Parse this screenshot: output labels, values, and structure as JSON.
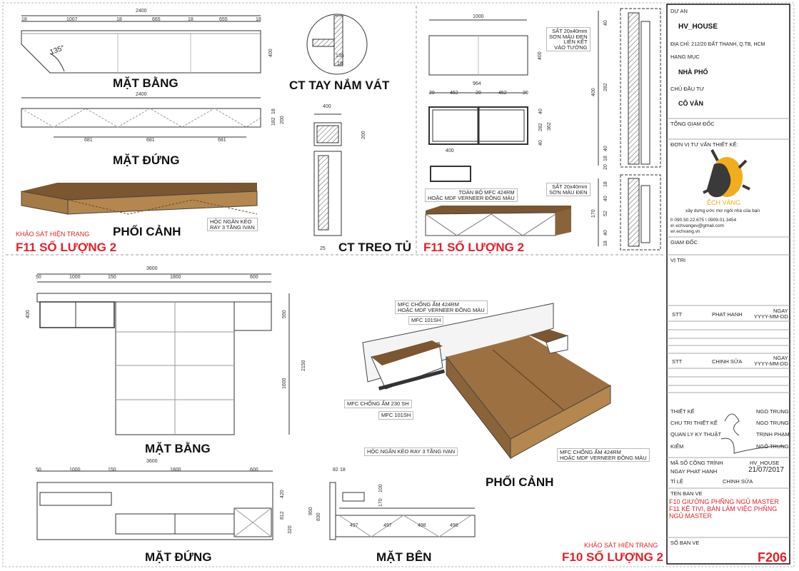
{
  "colors": {
    "accent_red": "#e5202a",
    "wood_top": "#7b5630",
    "wood_front": "#b4874e",
    "logo_yellow": "#f2ad1c",
    "logo_dark": "#3a3a3a"
  },
  "top_left": {
    "plan": {
      "title": "MẶT BẰNG",
      "dims": [
        "2400",
        "18",
        "1007",
        "18",
        "665",
        "18",
        "655",
        "18",
        "400",
        "135°"
      ]
    },
    "elevation": {
      "title": "MẶT ĐỨNG",
      "dims": [
        "2400",
        "681",
        "681",
        "681",
        "18",
        "182",
        "200"
      ]
    },
    "perspective": {
      "title": "PHỐI CẢNH",
      "note": "HỘC NGĂN KÉO\nRAY 3 TẦNG IVAN"
    },
    "survey": "KHẢO SÁT HIỆN TRẠNG",
    "quantity": "F11 SỐ LƯỢNG 2",
    "handle_detail": {
      "title": "CT TAY NẮM VÁT",
      "dims": [
        "135",
        "18"
      ]
    },
    "hang_detail": {
      "title": "CT TREO TỦ",
      "dims": [
        "400",
        "200",
        "25"
      ]
    }
  },
  "top_right": {
    "dims": [
      "1000",
      "400",
      "964",
      "20",
      "452",
      "20",
      "452",
      "20",
      "40",
      "282",
      "40",
      "362",
      "400"
    ],
    "section_dims": [
      "40",
      "282",
      "400",
      "40",
      "18",
      "20",
      "18",
      "40",
      "52",
      "40",
      "18",
      "170"
    ],
    "note_steel_wall": "SẮT 20x40mm\nSƠN MÀU ĐEN\nLIÊN KẾT\nVÀO TƯỜNG",
    "note_steel": "SẮT 20x40mm\nSƠN MÀU ĐEN",
    "note_material": "TOÀN BỘ MFC 424RM\nHOẶC MDF VERNEER ĐỒNG MÀU",
    "quantity": "F11 SỐ LƯỢNG 2"
  },
  "bottom": {
    "plan": {
      "title": "MẶT BẰNG",
      "dims": [
        "3600",
        "50",
        "1000",
        "150",
        "1800",
        "600",
        "400",
        "550",
        "2150",
        "1600"
      ]
    },
    "elevation": {
      "title": "MẶT ĐỨNG",
      "dims": [
        "3600",
        "50",
        "1000",
        "150",
        "1800",
        "600",
        "420",
        "812",
        "320"
      ]
    },
    "side": {
      "title": "MẶT BÊN",
      "dims": [
        "82",
        "18",
        "950",
        "830",
        "100",
        "170",
        "497",
        "497",
        "498",
        "498"
      ]
    },
    "perspective": {
      "title": "PHỐI CẢNH"
    },
    "notes": [
      "MFC CHỐNG ẨM 424RM\nHOẶC MDF VERNEER ĐỒNG MÀU",
      "MFC 101SH",
      "MFC CHỐNG ẨM 230 SH",
      "MFC 101SH",
      "HỘC NGĂN KÉO RAY 3 TẦNG IVAN",
      "MFC CHỐNG ẨM 424RM\nHOẶC MDF VERNEER ĐỒNG MÀU"
    ],
    "survey": "KHẢO SÁT HIỆN TRẠNG",
    "quantity": "F10 SỐ LƯỢNG 2"
  },
  "title_block": {
    "project_label": "DỰ AN",
    "project": "HV_HOUSE",
    "address": "ĐỊA CHỈ: 212/20 ĐẤT THANH, Q.TB, HCM",
    "category_label": "HẠNG MỤC",
    "category": "NHÀ PHỐ",
    "investor_label": "CHỦ ĐẦU TƯ",
    "investor": "CÔ VÂN",
    "ceo_label": "TỔNG GIAM ĐỐC",
    "consultant_label": "ĐƠN VỊ TƯ VẤN THIẾT KẾ:",
    "logo": {
      "brand": "ẾCH VÀNG",
      "slogan": "xây dựng ước mơ ngôi nhà của bạn"
    },
    "phone": "t\\  090.50.22.675 \\ 0909.01.3454",
    "email": "e\\  echvangev@gmail.com",
    "web": "w\\ echvang.vn",
    "director_label": "GIAM ĐỐC",
    "location_label": "VỊ TRI",
    "issue": {
      "stt": "STT",
      "col": "PHAT HANH",
      "date": "NGAY\nYYYY-MM-DD"
    },
    "revision": {
      "stt": "STT",
      "col": "CHINH SỬA",
      "date": "NGAY\nYYYY-MM-DD"
    },
    "signatures": [
      {
        "role": "THIẾT KẾ",
        "name": "NGO TRUNG"
      },
      {
        "role": "CHU TRI THIẾT KẾ",
        "name": "NGO TRUNG"
      },
      {
        "role": "QUAN LY KY THUẬT",
        "name": "TRỊNH PHẠM"
      },
      {
        "role": "KIỂM",
        "name": "NGÔ TRUNG"
      }
    ],
    "code_label": "MÃ SỐ CÔNG TRÌNH",
    "code": "HV_HOUSE",
    "issue_date_label": "NGAY PHAT HANH",
    "issue_date": "21/07/2017",
    "scale_label": "TỈ LỆ",
    "scale_rev": "CHINH SỬA",
    "sheet_name_label": "TEN BAN VE",
    "sheet_name": "F10 GIƯỜNG PHÑNG NGỦ MASTER\nF11 KỆ TIVI, BÀN LÀM VIỆC PHÑNG\nNGỦ MASTER",
    "sheet_no_label": "SỐ BAN VE",
    "sheet_no": "F206"
  }
}
